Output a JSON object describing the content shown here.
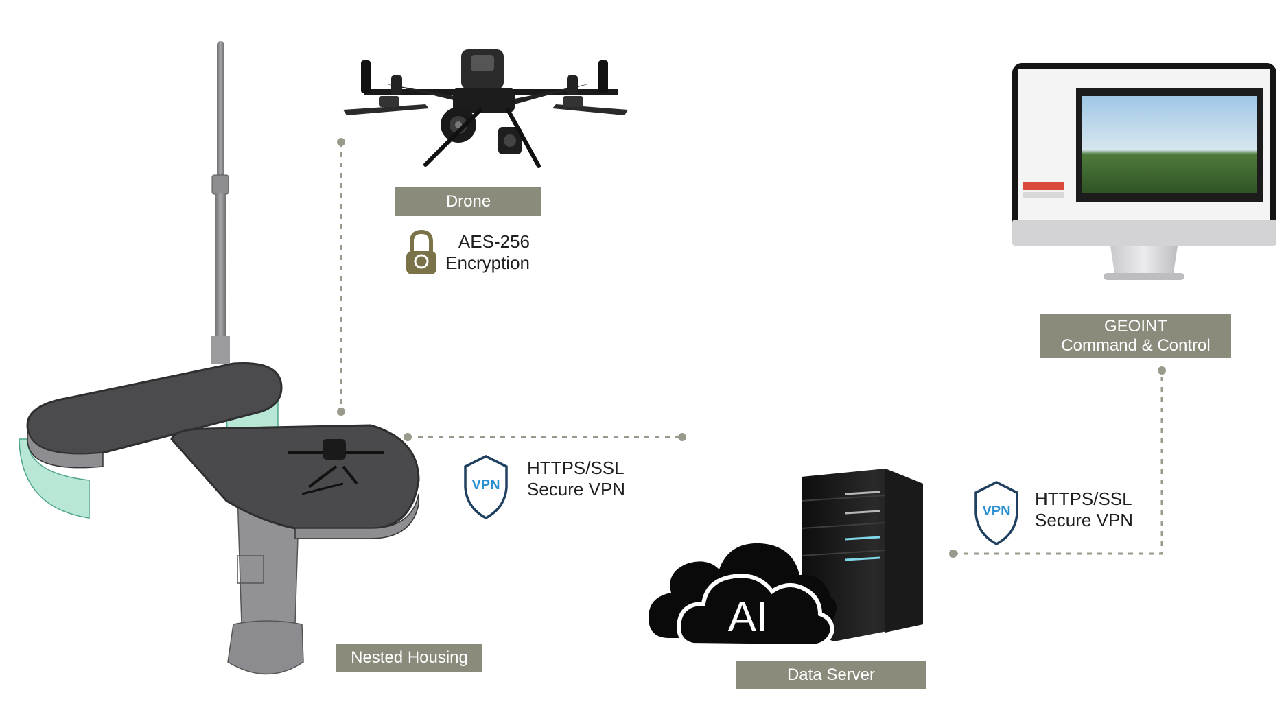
{
  "nodes": {
    "drone": {
      "label": "Drone"
    },
    "nested_housing": {
      "label": "Nested Housing"
    },
    "data_server": {
      "label": "Data Server",
      "cloud_text": "AI"
    },
    "geoint": {
      "label_line1": "GEOINT",
      "label_line2": "Command & Control"
    }
  },
  "links": {
    "drone_security": {
      "line1": "AES-256",
      "line2": "Encryption",
      "icon": "lock-icon"
    },
    "housing_server": {
      "line1": "HTTPS/SSL",
      "line2": "Secure VPN",
      "badge": "VPN",
      "icon": "vpn-shield-icon"
    },
    "server_geoint": {
      "line1": "HTTPS/SSL",
      "line2": "Secure VPN",
      "badge": "VPN",
      "icon": "vpn-shield-icon"
    }
  },
  "colors": {
    "label_bg": "#8b8b7c",
    "connector": "#9a9a8c",
    "lock": "#7a7248",
    "vpn_shield": "#1f3f5f",
    "vpn_text": "#2a8fd0"
  }
}
